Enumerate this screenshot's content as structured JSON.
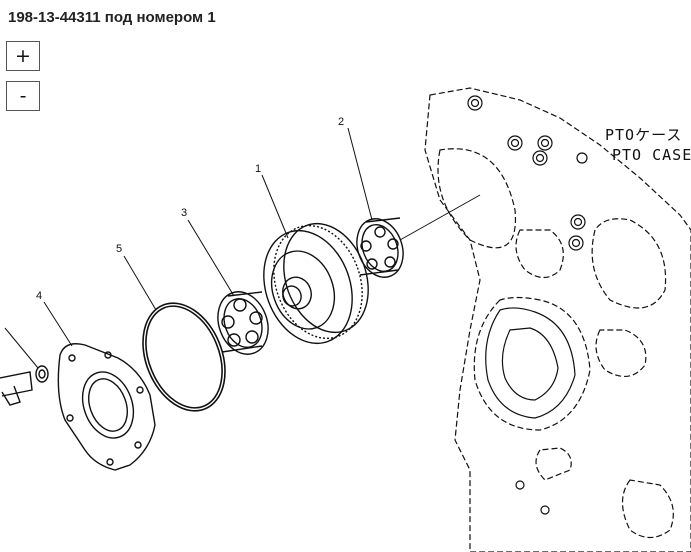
{
  "header": {
    "title": "198-13-44311 под номером 1"
  },
  "zoom": {
    "in_label": "+",
    "out_label": "-"
  },
  "diagram": {
    "case_label_line1": "PTOケース",
    "case_label_line2": "PTO CASE",
    "callouts": [
      {
        "id": "callout-1",
        "text": "1"
      },
      {
        "id": "callout-2",
        "text": "2"
      },
      {
        "id": "callout-3",
        "text": "3"
      },
      {
        "id": "callout-4",
        "text": "4"
      },
      {
        "id": "callout-5",
        "text": "5"
      }
    ]
  }
}
